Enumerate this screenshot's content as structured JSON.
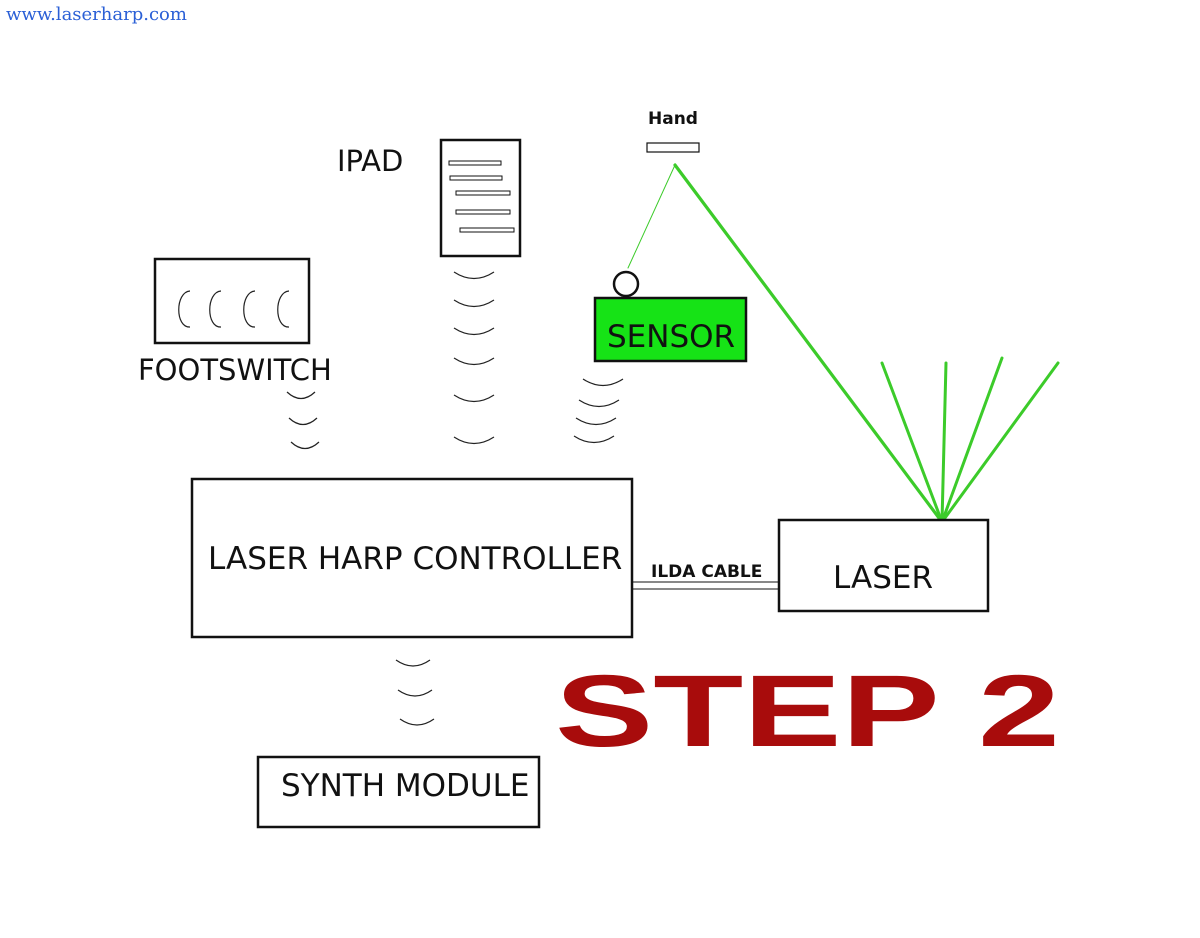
{
  "website": "www.laserharp.com",
  "labels": {
    "hand": "Hand",
    "ipad": "IPAD",
    "footswitch": "FOOTSWITCH",
    "sensor": "SENSOR",
    "controller": "LASER HARP CONTROLLER",
    "ilda_cable": "ILDA CABLE",
    "laser": "LASER",
    "synth_module": "SYNTH MODULE",
    "step": "STEP 2"
  },
  "colors": {
    "sensor_fill": "#16e316",
    "laser_beam": "#3ccb2a",
    "step_text": "#a80c0c",
    "link": "#2a5fd6"
  }
}
